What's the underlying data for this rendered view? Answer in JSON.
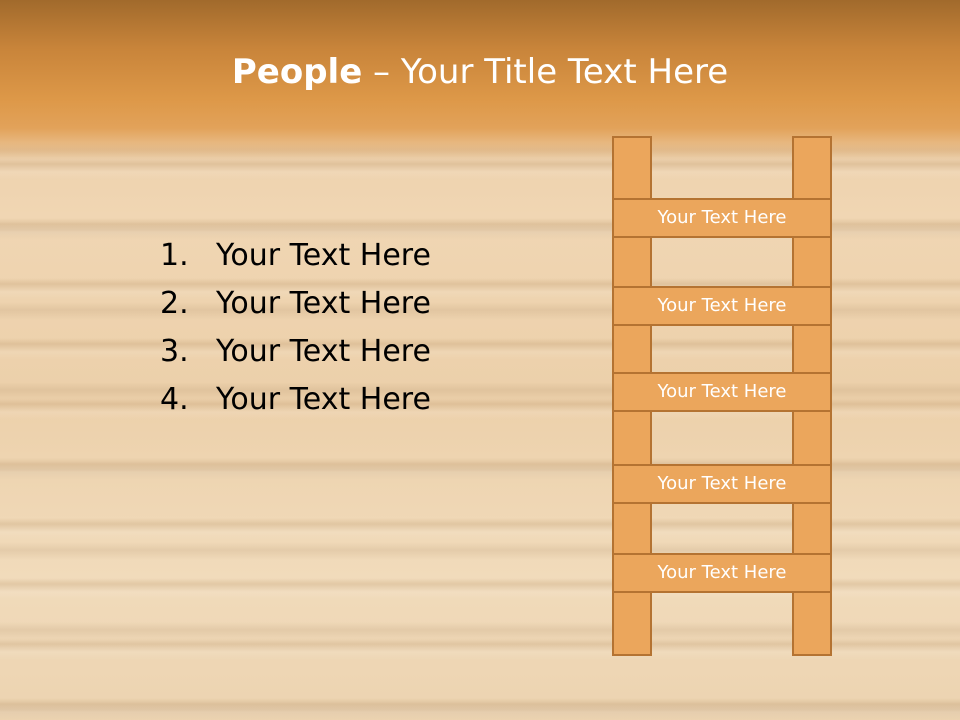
{
  "title": {
    "bold": "People",
    "rest": " – Your Title Text Here"
  },
  "list": {
    "items": [
      {
        "number": "1.",
        "text": "Your Text Here"
      },
      {
        "number": "2.",
        "text": "Your Text Here"
      },
      {
        "number": "3.",
        "text": "Your Text Here"
      },
      {
        "number": "4.",
        "text": "Your Text Here"
      }
    ]
  },
  "ladder": {
    "rungs": [
      "Your Text Here",
      "Your Text Here",
      "Your Text Here",
      "Your Text Here",
      "Your Text Here"
    ]
  }
}
